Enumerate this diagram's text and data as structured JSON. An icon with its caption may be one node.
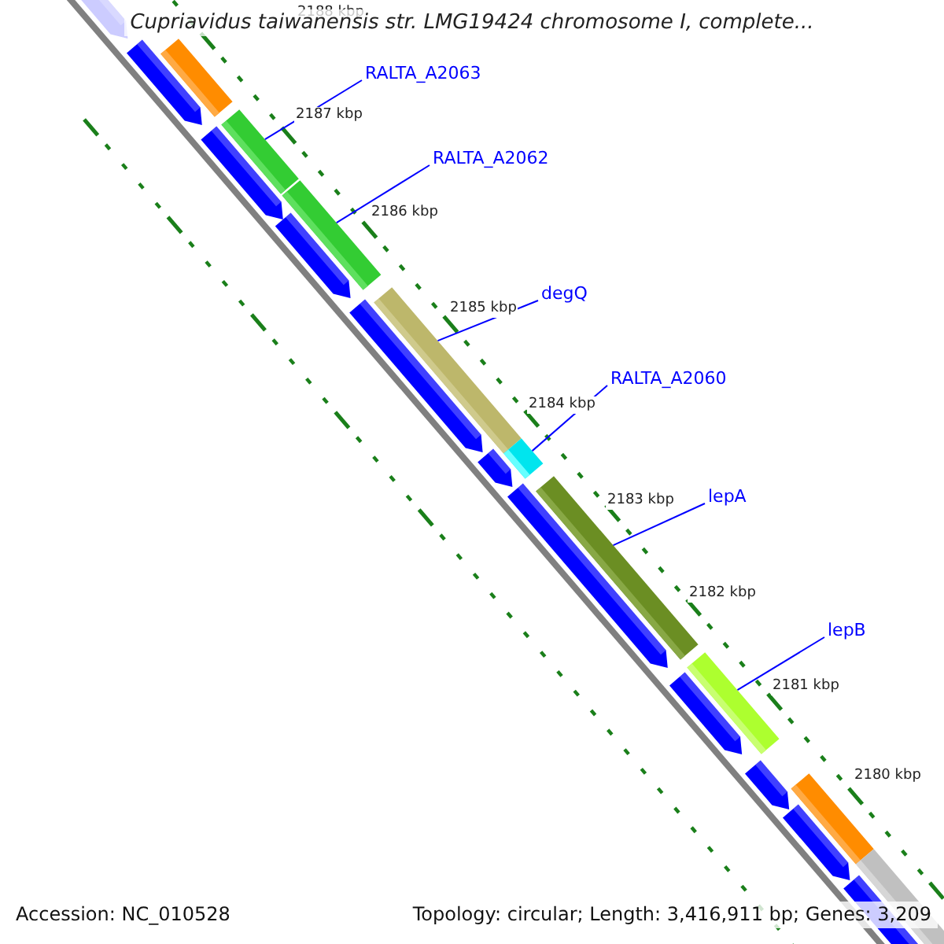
{
  "diagram": {
    "title": "Cupriavidus taiwanensis str. LMG19424 chromosome I, complete...",
    "nodes": [
      {
        "text": [
          "RALTA_A2063"
        ]
      },
      {
        "text": [
          "RALTA_A2062"
        ]
      },
      {
        "text": [
          "degQ"
        ]
      },
      {
        "text": [
          "RALTA_A2060"
        ]
      },
      {
        "text": [
          "lepA"
        ]
      },
      {
        "text": [
          "lepB"
        ]
      },
      {
        "text": [],
        "shape": "bar"
      },
      {
        "text": [],
        "shape": "bar"
      },
      {
        "text": [],
        "shape": "bar"
      },
      {
        "text": [],
        "shape": "bar"
      },
      {
        "text": [],
        "shape": "bar"
      },
      {
        "text": [],
        "shape": "bar"
      }
    ],
    "edges": [
      {
        "from": 0,
        "to": 6,
        "arrow": "none"
      },
      {
        "from": 1,
        "to": 7,
        "arrow": "none"
      },
      {
        "from": 2,
        "to": 8,
        "arrow": "none"
      },
      {
        "from": 3,
        "to": 9,
        "arrow": "none"
      },
      {
        "from": 4,
        "to": 10,
        "arrow": "none"
      },
      {
        "from": 5,
        "to": 11,
        "arrow": "none"
      }
    ],
    "labels": [
      "2188 kbp",
      "2187 kbp",
      "2186 kbp",
      "2185 kbp",
      "2184 kbp",
      "2183 kbp",
      "2182 kbp",
      "2181 kbp",
      "2180 kbp",
      "Accession: NC_010528",
      "Topology: circular; Length: 3,416,911 bp; Genes: 3,209"
    ]
  }
}
